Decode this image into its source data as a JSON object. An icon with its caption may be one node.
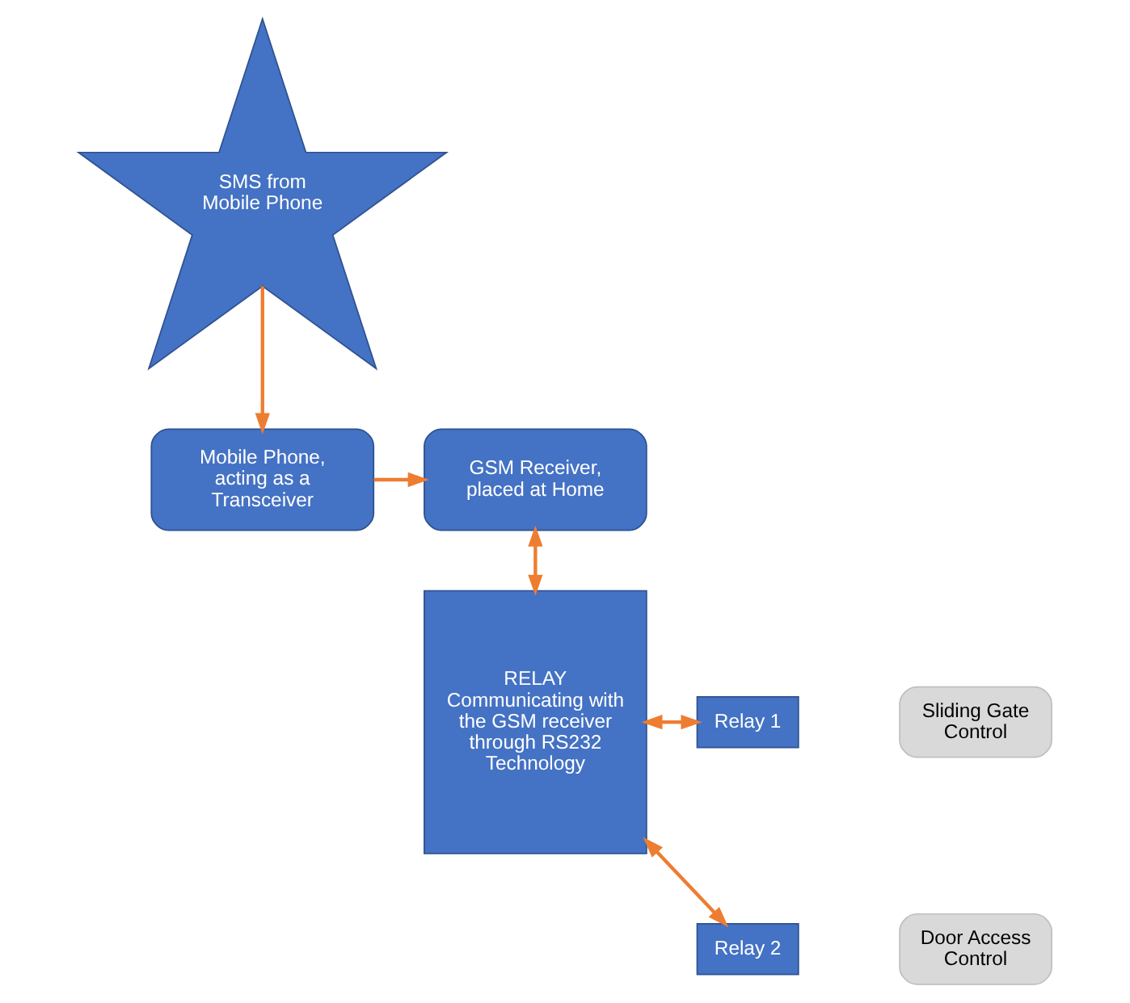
{
  "diagram": {
    "nodes": [
      {
        "text": [
          "SMS from Mobile Phone"
        ]
      },
      {
        "text": [
          "Mobile Phone, acting as a Transceiver"
        ]
      },
      {
        "text": [
          "GSM Receiver, placed at Home"
        ]
      },
      {
        "text": [
          "RELAY",
          "Communicating with the GSM receiver through RS232 Technology"
        ]
      },
      {
        "text": [
          "Relay 1"
        ]
      },
      {
        "text": [
          "Sliding Gate Control"
        ]
      },
      {
        "text": [
          "Relay 2"
        ]
      },
      {
        "text": [
          "Door Access Control"
        ]
      }
    ],
    "edges": [
      {
        "from": 0,
        "to": 1,
        "arrow": "to"
      },
      {
        "from": 1,
        "to": 2,
        "arrow": "to"
      },
      {
        "from": 2,
        "to": 3,
        "arrow": "both"
      },
      {
        "from": 3,
        "to": 4,
        "arrow": "both"
      },
      {
        "from": 3,
        "to": 6,
        "arrow": "both"
      }
    ]
  }
}
